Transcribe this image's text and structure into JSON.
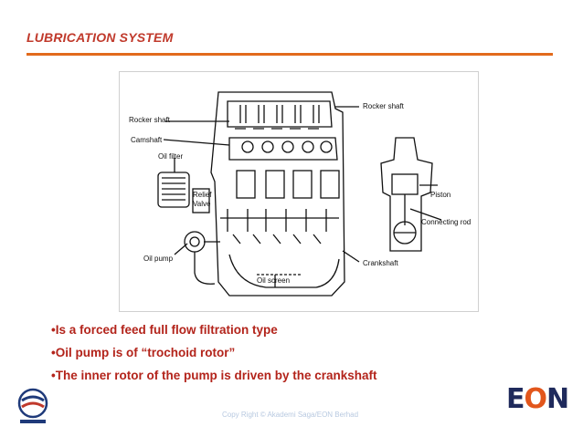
{
  "slide": {
    "title": "LUBRICATION SYSTEM",
    "footer": "Copy Right © Akademi Saga/EON Berhad"
  },
  "diagram": {
    "labels": {
      "rocker_shaft_top": "Rocker shaft",
      "rocker_shaft_left": "Rocker shaft",
      "camshaft": "Camshaft",
      "oil_filter": "Oil filter",
      "relief_valve_line1": "Relief",
      "relief_valve_line2": "Valve",
      "oil_pump": "Oil pump",
      "oil_screen": "Oil screen",
      "crankshaft": "Crankshaft",
      "piston": "Piston",
      "connecting_rod": "Connecting rod"
    }
  },
  "bullets": [
    "•Is a forced feed full flow filtration type",
    "•Oil pump is of “trochoid rotor”",
    "•The inner rotor of the pump is driven by the crankshaft"
  ],
  "logos": {
    "left_name": "akademi-saga-logo",
    "right_text_e": "E",
    "right_text_o": "O",
    "right_text_n": "N"
  }
}
